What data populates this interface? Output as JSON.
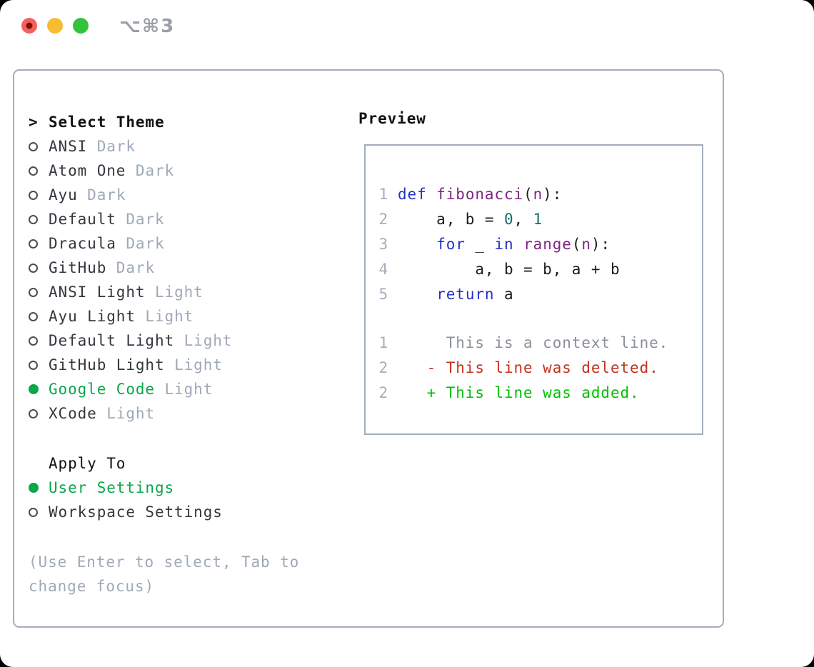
{
  "titlebar": {
    "title": "⌥⌘3"
  },
  "panel": {
    "theme_section": {
      "prefix": ">",
      "header": "Select Theme",
      "items": [
        {
          "label": "ANSI",
          "suffix": "Dark",
          "selected": false
        },
        {
          "label": "Atom One",
          "suffix": "Dark",
          "selected": false
        },
        {
          "label": "Ayu",
          "suffix": "Dark",
          "selected": false
        },
        {
          "label": "Default",
          "suffix": "Dark",
          "selected": false
        },
        {
          "label": "Dracula",
          "suffix": "Dark",
          "selected": false
        },
        {
          "label": "GitHub",
          "suffix": "Dark",
          "selected": false
        },
        {
          "label": "ANSI Light",
          "suffix": "Light",
          "selected": false
        },
        {
          "label": "Ayu Light",
          "suffix": "Light",
          "selected": false
        },
        {
          "label": "Default Light",
          "suffix": "Light",
          "selected": false
        },
        {
          "label": "GitHub Light",
          "suffix": "Light",
          "selected": false
        },
        {
          "label": "Google Code",
          "suffix": "Light",
          "selected": true
        },
        {
          "label": "XCode",
          "suffix": "Light",
          "selected": false
        }
      ]
    },
    "apply_section": {
      "header": "Apply To",
      "options": [
        {
          "label": "User Settings",
          "suffix": "",
          "selected": true
        },
        {
          "label": "Workspace Settings",
          "suffix": "",
          "selected": false
        }
      ]
    },
    "help": "(Use Enter to select, Tab to change focus)"
  },
  "preview": {
    "header": "Preview",
    "code_lines": [
      {
        "num": "1",
        "tokens": [
          {
            "t": "def ",
            "s": "keyword"
          },
          {
            "t": "fibonacci",
            "s": "function"
          },
          {
            "t": "(",
            "s": "plain"
          },
          {
            "t": "n",
            "s": "function"
          },
          {
            "t": "):",
            "s": "plain"
          }
        ]
      },
      {
        "num": "2",
        "tokens": [
          {
            "t": "    a, b = ",
            "s": "plain"
          },
          {
            "t": "0",
            "s": "literal"
          },
          {
            "t": ", ",
            "s": "plain"
          },
          {
            "t": "1",
            "s": "literal"
          }
        ]
      },
      {
        "num": "3",
        "tokens": [
          {
            "t": "    ",
            "s": "plain"
          },
          {
            "t": "for",
            "s": "keyword"
          },
          {
            "t": " _ ",
            "s": "plain"
          },
          {
            "t": "in",
            "s": "keyword"
          },
          {
            "t": " ",
            "s": "plain"
          },
          {
            "t": "range",
            "s": "function"
          },
          {
            "t": "(",
            "s": "plain"
          },
          {
            "t": "n",
            "s": "function"
          },
          {
            "t": "):",
            "s": "plain"
          }
        ]
      },
      {
        "num": "4",
        "tokens": [
          {
            "t": "        a, b = b, a + b",
            "s": "plain"
          }
        ]
      },
      {
        "num": "5",
        "tokens": [
          {
            "t": "    ",
            "s": "plain"
          },
          {
            "t": "return",
            "s": "keyword"
          },
          {
            "t": " a",
            "s": "plain"
          }
        ]
      }
    ],
    "diff_lines": [
      {
        "num": "1",
        "text": "     This is a context line.",
        "style": "context"
      },
      {
        "num": "2",
        "text": "   - This line was deleted.",
        "style": "deleted"
      },
      {
        "num": "2",
        "text": "   + This line was added.",
        "style": "added"
      }
    ]
  },
  "colors": {
    "accent_green": "#0aa64a",
    "added_green": "#00bf00",
    "deleted_red": "#c2331d",
    "context_gray": "#8a9098",
    "muted_gray": "#9fa9b7",
    "line_number": "#a4aebd",
    "keyword_blue": "#2433c4",
    "function_purple": "#7e2483",
    "literal_teal": "#0e6f68",
    "text_dark": "#33383f",
    "heading_black": "#101215",
    "border_gray": "#a4adba",
    "traffic_red": "#f4605a",
    "traffic_red_dot": "#7a1007",
    "traffic_yellow": "#f7bc30",
    "traffic_green": "#33c43f",
    "title_gray": "#989ea6"
  }
}
